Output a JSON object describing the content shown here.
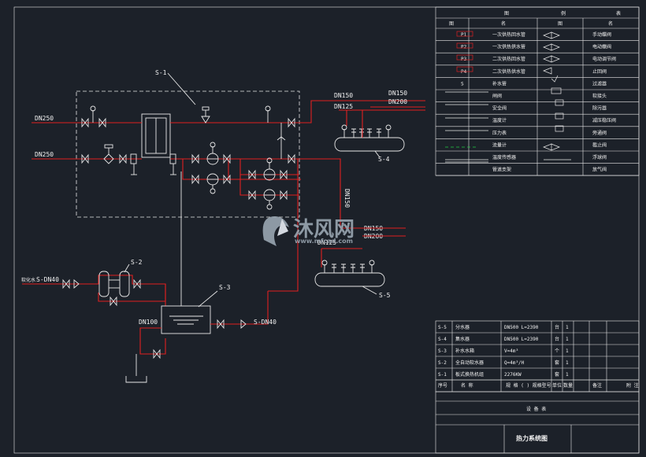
{
  "labels": {
    "s1": "S-1",
    "s2": "S-2",
    "s3": "S-3",
    "s4": "S-4",
    "s5": "S-5",
    "dn250_top": "DN250",
    "dn250_mid": "DN250",
    "dn150_a": "DN150",
    "dn125": "DN125",
    "dn150_b": "DN150",
    "dn200_a": "DN200",
    "dn150_vert": "DN150",
    "dn150_c": "DN150",
    "dn200_b": "DN200",
    "dn125_b": "DN125",
    "dn100": "DN100",
    "s_dn40_left": "S-DN40",
    "s_dn40_right": "S-DN40",
    "left_tag": "软化水"
  },
  "legend": {
    "headers": [
      "图",
      "例",
      "表"
    ],
    "sub_headers": [
      "图",
      "名",
      "图",
      "名"
    ],
    "rows": [
      {
        "code": "P1",
        "name": "一次供热回水管",
        "name2": "手动蝶阀"
      },
      {
        "code": "P2",
        "name": "一次供热供水管",
        "name2": "电动蝶阀"
      },
      {
        "code": "P3",
        "name": "二次供热回水管",
        "name2": "电动调节阀"
      },
      {
        "code": "P4",
        "name": "二次供热供水管",
        "name2": "止回阀"
      },
      {
        "code": "S",
        "name": "补水管",
        "name2": "过滤器"
      },
      {
        "code": "",
        "name": "闸阀",
        "name2": "软接头"
      },
      {
        "code": "",
        "name": "安全阀",
        "name2": "除污器"
      },
      {
        "code": "",
        "name": "温度计",
        "name2": "减压稳压阀"
      },
      {
        "code": "",
        "name": "压力表",
        "name2": "旁通阀"
      },
      {
        "code": "",
        "name": "流量计",
        "name2": "截止阀"
      },
      {
        "code": "",
        "name": "温度传感器",
        "name2": "浮球阀"
      },
      {
        "code": "",
        "name": "管道支架",
        "name2": "放气阀"
      }
    ]
  },
  "equipment": {
    "rows": [
      {
        "no": "S-5",
        "name": "分水器",
        "spec": "DN500  L=2390",
        "unit": "台",
        "qty": "1"
      },
      {
        "no": "S-4",
        "name": "集水器",
        "spec": "DN500  L=2390",
        "unit": "台",
        "qty": "1"
      },
      {
        "no": "S-3",
        "name": "补水水箱",
        "spec": "V=4m³",
        "unit": "个",
        "qty": "1"
      },
      {
        "no": "S-2",
        "name": "全自动软水器",
        "spec": "Q=4m³/H",
        "unit": "套",
        "qty": "1"
      },
      {
        "no": "S-1",
        "name": "板式换热机组",
        "spec": "2276KW",
        "unit": "套",
        "qty": "1"
      }
    ],
    "header": {
      "no": "序号",
      "name": "名 称",
      "spec": "规 格 (  ) 规格型号",
      "unit": "单位",
      "qty": "数量",
      "c6": "备注",
      "c7": "附 注"
    },
    "table_title": "设 备 表"
  },
  "title_block": {
    "drawing_title": "热力系统图"
  },
  "watermark": {
    "brand": "沐风网",
    "url": "www.mfcad.com"
  },
  "colors": {
    "background": "#1c2129",
    "pipe": "#e02020",
    "line": "#e8e8e8",
    "green": "#22cc44",
    "watermark": "#9aa6b2"
  }
}
